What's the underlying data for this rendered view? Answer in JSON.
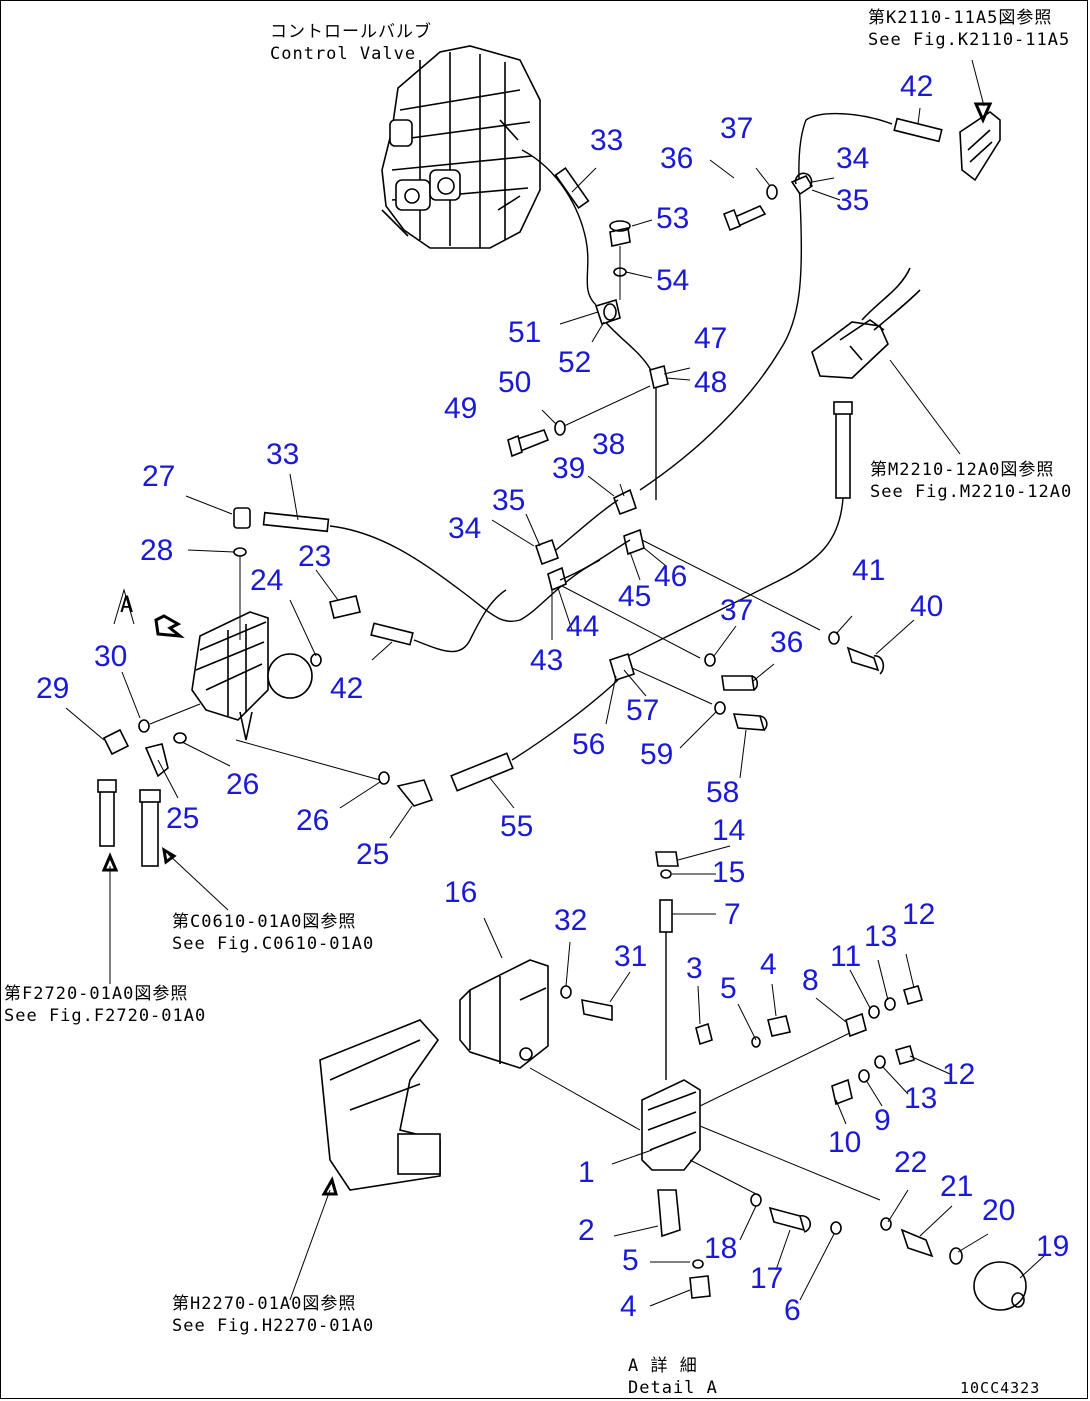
{
  "references": {
    "control_valve_jp": "コントロールバルブ",
    "control_valve_en": "Control Valve",
    "ref_k2110_jp": "第K2110-11A5図参照",
    "ref_k2110_en": "See Fig.K2110-11A5",
    "ref_m2210_jp": "第M2210-12A0図参照",
    "ref_m2210_en": "See Fig.M2210-12A0",
    "ref_c0610_jp": "第C0610-01A0図参照",
    "ref_c0610_en": "See Fig.C0610-01A0",
    "ref_f2720_jp": "第F2720-01A0図参照",
    "ref_f2720_en": "See Fig.F2720-01A0",
    "ref_h2270_jp": "第H2270-01A0図参照",
    "ref_h2270_en": "See Fig.H2270-01A0",
    "detail_a_jp": "A 詳 細",
    "detail_a_en": "Detail A",
    "arrow_a_label": "A",
    "drawing_number": "10CC4323"
  },
  "callouts": [
    {
      "label": "33"
    },
    {
      "label": "37"
    },
    {
      "label": "36"
    },
    {
      "label": "42"
    },
    {
      "label": "34"
    },
    {
      "label": "35"
    },
    {
      "label": "53"
    },
    {
      "label": "54"
    },
    {
      "label": "51"
    },
    {
      "label": "52"
    },
    {
      "label": "47"
    },
    {
      "label": "48"
    },
    {
      "label": "50"
    },
    {
      "label": "49"
    },
    {
      "label": "27"
    },
    {
      "label": "33"
    },
    {
      "label": "38"
    },
    {
      "label": "39"
    },
    {
      "label": "35"
    },
    {
      "label": "34"
    },
    {
      "label": "28"
    },
    {
      "label": "23"
    },
    {
      "label": "24"
    },
    {
      "label": "46"
    },
    {
      "label": "45"
    },
    {
      "label": "41"
    },
    {
      "label": "40"
    },
    {
      "label": "44"
    },
    {
      "label": "43"
    },
    {
      "label": "37"
    },
    {
      "label": "36"
    },
    {
      "label": "30"
    },
    {
      "label": "42"
    },
    {
      "label": "29"
    },
    {
      "label": "57"
    },
    {
      "label": "56"
    },
    {
      "label": "59"
    },
    {
      "label": "26"
    },
    {
      "label": "25"
    },
    {
      "label": "26"
    },
    {
      "label": "58"
    },
    {
      "label": "55"
    },
    {
      "label": "25"
    },
    {
      "label": "14"
    },
    {
      "label": "15"
    },
    {
      "label": "16"
    },
    {
      "label": "7"
    },
    {
      "label": "32"
    },
    {
      "label": "12"
    },
    {
      "label": "13"
    },
    {
      "label": "31"
    },
    {
      "label": "11"
    },
    {
      "label": "3"
    },
    {
      "label": "4"
    },
    {
      "label": "8"
    },
    {
      "label": "5"
    },
    {
      "label": "12"
    },
    {
      "label": "13"
    },
    {
      "label": "9"
    },
    {
      "label": "10"
    },
    {
      "label": "1"
    },
    {
      "label": "22"
    },
    {
      "label": "21"
    },
    {
      "label": "20"
    },
    {
      "label": "19"
    },
    {
      "label": "2"
    },
    {
      "label": "18"
    },
    {
      "label": "5"
    },
    {
      "label": "17"
    },
    {
      "label": "6"
    },
    {
      "label": "4"
    }
  ]
}
